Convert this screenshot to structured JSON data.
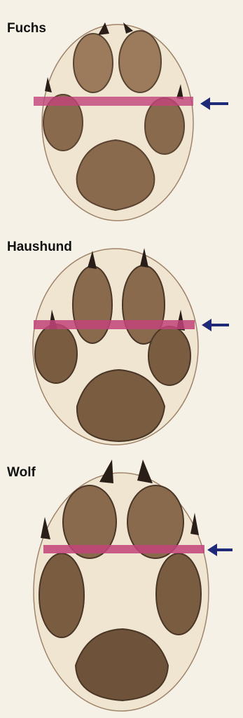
{
  "labels": {
    "fox": "Fuchs",
    "dog": "Haushund",
    "wolf": "Wolf"
  },
  "colors": {
    "background": "#f6f1e6",
    "measure_line": "#c2447a",
    "arrow": "#1e2a78",
    "pad_dark": "#5a4431",
    "pad_mid": "#8a6a4c",
    "outline": "#7a5c40"
  }
}
